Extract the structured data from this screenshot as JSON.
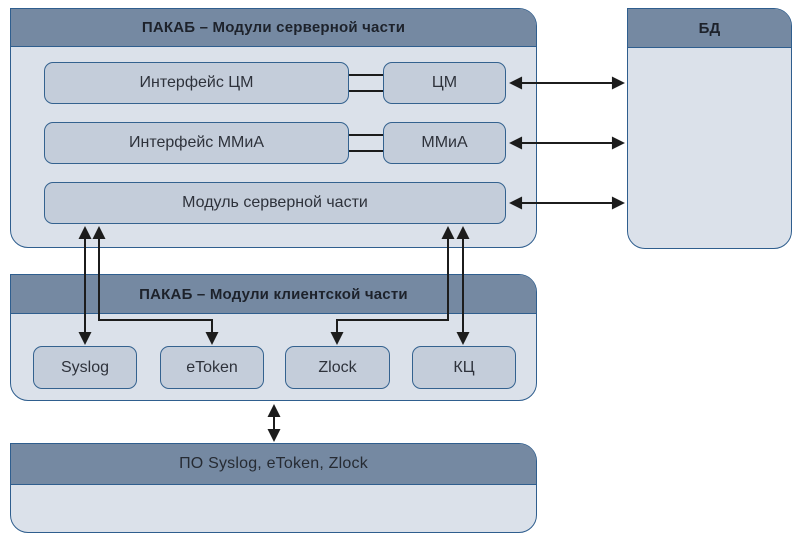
{
  "server_section": {
    "title": "ПАКАБ – Модули серверной части",
    "boxes": {
      "interface_cm": "Интерфейс ЦМ",
      "cm": "ЦМ",
      "interface_mmia": "Интерфейс ММиА",
      "mmia": "ММиА",
      "server_module": "Модуль серверной части"
    }
  },
  "db_section": {
    "title": "БД"
  },
  "client_section": {
    "title": "ПАКАБ – Модули клиентской части",
    "modules": [
      "Syslog",
      "eToken",
      "Zlock",
      "КЦ"
    ]
  },
  "software_section": {
    "title": "ПО Syslog, eToken, Zlock"
  },
  "colors": {
    "header_band": "#7589a2",
    "container_body": "#dbe1ea",
    "node_fill": "#c4cdda",
    "node_border": "#34628f",
    "container_border": "#2f5e8e",
    "arrow": "#1c1c1c",
    "title_text": "#1d222b",
    "label_text": "#2e323b"
  }
}
